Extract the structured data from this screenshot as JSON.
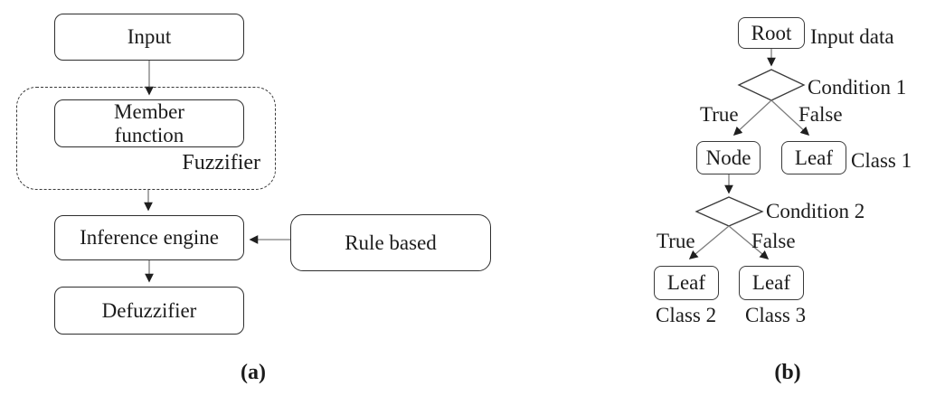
{
  "figure": {
    "panel_a": {
      "caption": "(a)",
      "input_box": "Input",
      "member_function_box": "Member\nfunction",
      "fuzzifier_label": "Fuzzifier",
      "inference_engine_box": "Inference engine",
      "rule_based_box": "Rule based",
      "defuzzifier_box": "Defuzzifier"
    },
    "panel_b": {
      "caption": "(b)",
      "root_box": "Root",
      "root_annotation": "Input data",
      "condition1_label": "Condition 1",
      "branch1_true_label": "True",
      "branch1_false_label": "False",
      "node_box": "Node",
      "leaf1_box": "Leaf",
      "leaf1_class_label": "Class 1",
      "condition2_label": "Condition 2",
      "branch2_true_label": "True",
      "branch2_false_label": "False",
      "leaf2_box": "Leaf",
      "leaf2_class_label": "Class 2",
      "leaf3_box": "Leaf",
      "leaf3_class_label": "Class 3"
    },
    "colors": {
      "line": "#7d7d7d",
      "arrowhead": "#1f1f1f",
      "border": "#2e2e2e",
      "text": "#1b1b1b"
    }
  }
}
